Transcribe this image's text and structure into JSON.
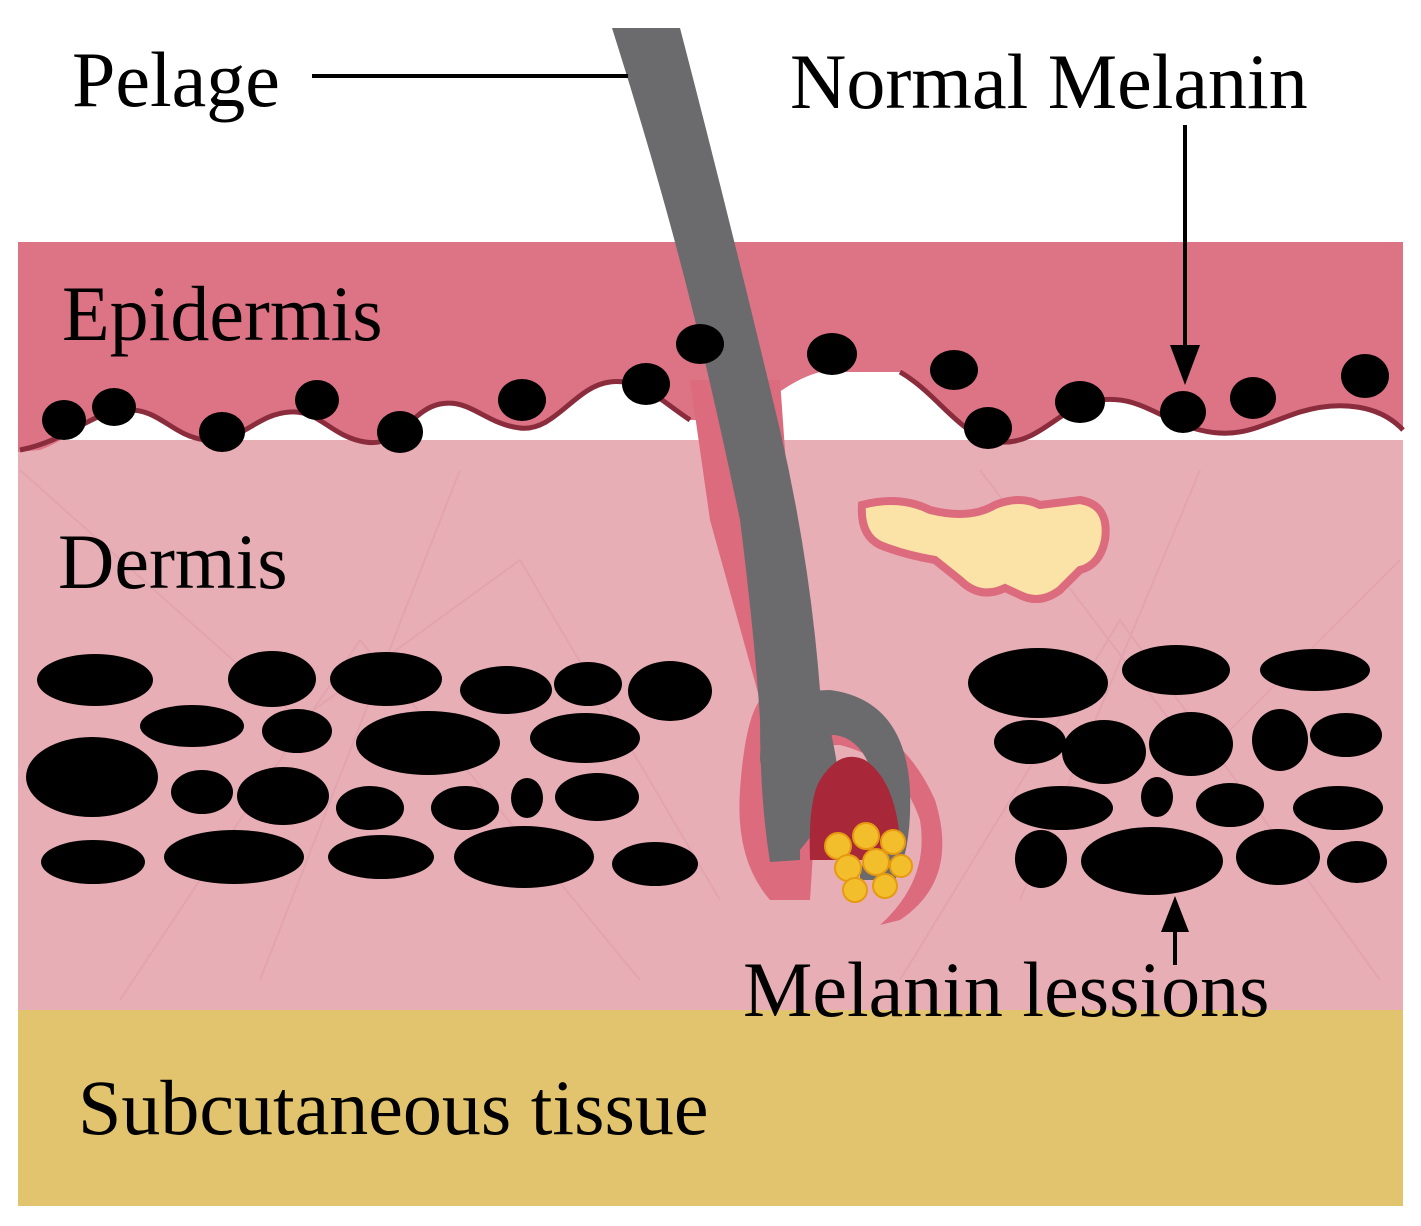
{
  "labels": {
    "pelage": "Pelage",
    "normal_melanin": "Normal Melanin",
    "epidermis": "Epidermis",
    "dermis": "Dermis",
    "melanin_lesions": "Melanin lessions",
    "subcutaneous": "Subcutaneous tissue"
  },
  "colors": {
    "epidermis": "#dc7485",
    "dermis": "#e8aeb6",
    "subcutaneous": "#e2c46f",
    "hair": "#6b6b6e",
    "follicle_wall": "#dc6b7e",
    "papilla": "#a8283a",
    "gland": "#fbe2a6",
    "stem_cells": "#f3be2c",
    "melanin": "#000000"
  }
}
